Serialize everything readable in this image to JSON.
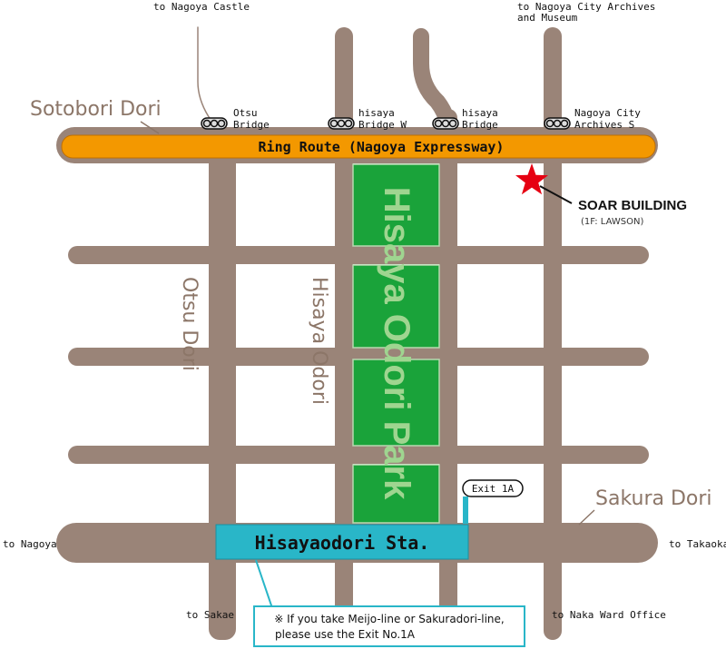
{
  "map": {
    "directions": {
      "north_castle": "to Nagoya Castle",
      "north_archives_line1": "to Nagoya City Archives",
      "north_archives_line2": "and Museum",
      "west": "to Nagoya",
      "east": "to Takaoka",
      "south_sakae": "to Sakae",
      "south_ward": "to Naka Ward Office"
    },
    "streets": {
      "sotobori": "Sotobori Dori",
      "sakura": "Sakura Dori",
      "otsu": "Otsu Dori",
      "hisaya": "Hisaya Odori",
      "ring_route": "Ring Route (Nagoya Expressway)"
    },
    "ramps": {
      "otsu_line1": "Otsu",
      "otsu_line2": "Bridge",
      "hisaya_w_line1": "hisaya",
      "hisaya_w_line2": "Bridge W",
      "hisaya_line1": "hisaya",
      "hisaya_line2": "Bridge",
      "archives_line1": "Nagoya City",
      "archives_line2": "Archives S"
    },
    "park_name": "Hisaya Odori Park",
    "station": "Hisayaodori Sta.",
    "exit_label": "Exit 1A",
    "building": {
      "name": "SOAR BUILDING",
      "note": "(1F: LAWSON)"
    },
    "note_line1": "※ If you take Meijo-line or Sakuradori-line,",
    "note_line2": "please use the Exit No.1A",
    "colors": {
      "road": "#9a8478",
      "expressway": "#f39800",
      "park": "#1aa33a",
      "park_text": "#9fd590",
      "station": "#29b6c8",
      "station_text": "#1a2f8c",
      "star": "#e60012",
      "street_label": "#8c7668"
    },
    "icons": {
      "ramp": "ramp-icon",
      "building": "star-icon"
    }
  }
}
